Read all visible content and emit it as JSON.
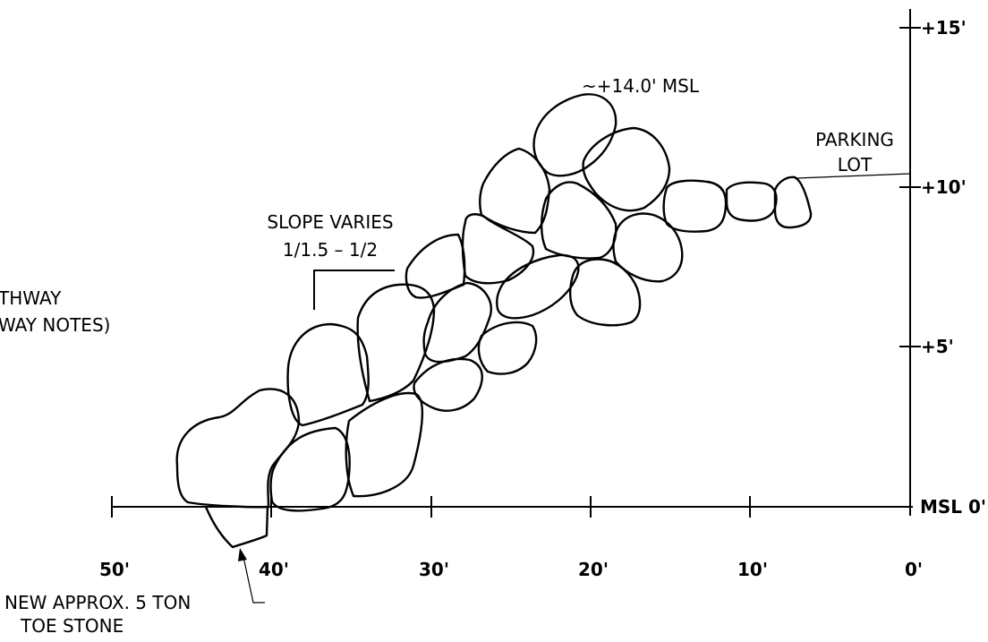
{
  "elevation_axis": {
    "ticks": [
      "+15'",
      "+10'",
      "+5'",
      "MSL 0'"
    ]
  },
  "distance_axis": {
    "ticks": [
      "50'",
      "40'",
      "30'",
      "20'",
      "10'",
      "0'"
    ]
  },
  "annotations": {
    "top_elevation": "~+14.0' MSL",
    "parking_lot_line1": "PARKING",
    "parking_lot_line2": "LOT",
    "slope_line1": "SLOPE VARIES",
    "slope_line2": "1/1.5 – 1/2",
    "pathway_line1": "THWAY",
    "pathway_line2": "WAY NOTES)",
    "toe_stone_line1": "NEW APPROX. 5 TON",
    "toe_stone_line2": "TOE STONE"
  }
}
